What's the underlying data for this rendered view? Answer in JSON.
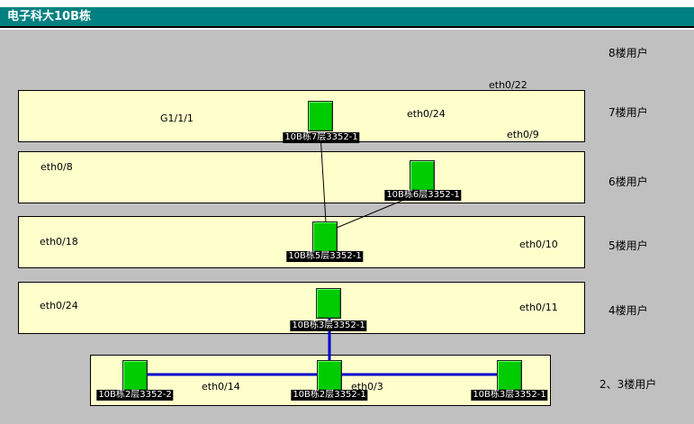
{
  "header": {
    "title": "电子科大10B栋"
  },
  "colors": {
    "titlebar": "#008080",
    "canvas_bg": "#c0c0c0",
    "floor_box_bg": "#ffffcc",
    "node_green": "#00cc00",
    "link_blue": "#0000cc",
    "link_black": "#000000",
    "node_label_bg": "#000000",
    "node_label_text": "#ffffff"
  },
  "side_labels": [
    {
      "text": "8楼用户"
    },
    {
      "text": "7楼用户"
    },
    {
      "text": "6楼用户"
    },
    {
      "text": "5楼用户"
    },
    {
      "text": "4楼用户"
    },
    {
      "text": "2、3楼用户"
    }
  ],
  "switches": [
    {
      "label": "10B栋7层3352-1"
    },
    {
      "label": "10B栋6层3352-1"
    },
    {
      "label": "10B栋5层3352-1"
    },
    {
      "label": "10B栋3层3352-1"
    },
    {
      "label": "10B栋2层3352-2"
    },
    {
      "label": "10B栋2层3352-1"
    },
    {
      "label": "10B栋3层3352-1"
    }
  ],
  "ports": [
    {
      "text": "eth0/22"
    },
    {
      "text": "G1/1/1"
    },
    {
      "text": "eth0/24"
    },
    {
      "text": "eth0/9"
    },
    {
      "text": "eth0/8"
    },
    {
      "text": "eth0/18"
    },
    {
      "text": "eth0/10"
    },
    {
      "text": "eth0/24"
    },
    {
      "text": "eth0/11"
    },
    {
      "text": "eth0/14"
    },
    {
      "text": "eth0/3"
    }
  ],
  "links": [
    {
      "from": "10B栋7层3352-1",
      "to": "10B栋5层3352-1",
      "color": "#000000"
    },
    {
      "from": "10B栋6层3352-1",
      "to": "10B栋5层3352-1",
      "color": "#000000"
    },
    {
      "from": "10B栋3层3352-1",
      "to": "10B栋2层3352-1",
      "color": "#0000cc"
    },
    {
      "from": "10B栋2层3352-2",
      "to": "10B栋2层3352-1",
      "color": "#0000cc"
    },
    {
      "from": "10B栋2层3352-1",
      "to": "10B栋3层3352-1",
      "color": "#0000cc"
    }
  ]
}
